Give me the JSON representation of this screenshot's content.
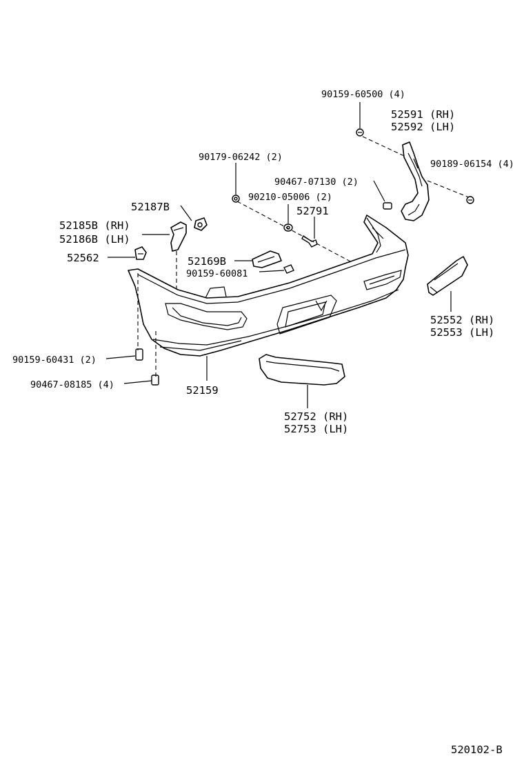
{
  "diagram_id": "520102-B",
  "labels": {
    "p_90159_60500": "90159-60500 (4)",
    "p_52591": "52591 (RH)",
    "p_52592": "52592 (LH)",
    "p_90189_06154": "90189-06154 (4)",
    "p_90179_06242": "90179-06242 (2)",
    "p_90467_07130": "90467-07130 (2)",
    "p_90210_05006": "90210-05006 (2)",
    "p_52791": "52791",
    "p_52187B": "52187B",
    "p_52185B": "52185B (RH)",
    "p_52186B": "52186B (LH)",
    "p_52562": "52562",
    "p_52169B": "52169B",
    "p_90159_60081": "90159-60081",
    "p_52552": "52552 (RH)",
    "p_52553": "52553 (LH)",
    "p_90159_60431": "90159-60431 (2)",
    "p_90467_08185": "90467-08185 (4)",
    "p_52159": "52159",
    "p_52752": "52752 (RH)",
    "p_52753": "52753 (LH)"
  }
}
